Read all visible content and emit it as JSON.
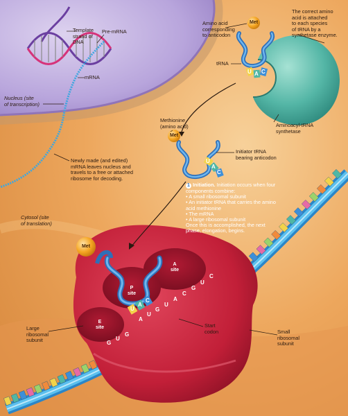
{
  "labels": {
    "template_strand": "Template\nstrand of\nDNA",
    "pre_mrna": "Pre-mRNA",
    "mrna": "mRNA",
    "nucleus": "Nucleus (site\nof transcription)",
    "newly_made": "Newly made (and edited)\nmRNA leaves nucleus and\ntravels to a free or attached\nribosome for decoding.",
    "cytosol": "Cytosol (site\nof translation)",
    "amino_acid": "Amino acid\ncorresponding\nto anticodon",
    "correct_amino": "The correct amino\nacid is attached\nto each species\nof tRNA by a\nsynthetase enzyme.",
    "trna": "tRNA",
    "aminoacyl": "Aminoacyl-tRNA\nsynthetase",
    "methionine": "Methionine\n(amino acid)",
    "initiator_trna": "Initiator tRNA\nbearing anticodon",
    "large_subunit": "Large\nribosomal\nsubunit",
    "start_codon": "Start\ncodon",
    "small_subunit": "Small\nribosomal\nsubunit"
  },
  "initiation": {
    "number": "1",
    "heading": "Initiation.",
    "intro": "Initiation occurs when four components combine:",
    "items": [
      "A small ribosomal subunit",
      "An initiator tRNA that carries the amino acid methionine",
      "The mRNA",
      "A large ribosomal subunit"
    ],
    "outro": "Once this is accomplished, the next phase, elongation, begins."
  },
  "met_tags": {
    "top": "Met",
    "middle": "Met",
    "ribosome": "Met"
  },
  "sites": {
    "a": "A\nsite",
    "p": "P\nsite",
    "e": "E\nsite"
  },
  "anticodons": {
    "top": [
      "U",
      "A",
      "C"
    ],
    "middle": [
      "U",
      "A",
      "C"
    ],
    "ribosome": [
      "U",
      "A",
      "C"
    ]
  },
  "codons": [
    "A",
    "U",
    "G",
    "U",
    "A",
    "C",
    "G",
    "U",
    "C"
  ],
  "codons_lower": [
    "G",
    "U",
    "G"
  ],
  "colors": {
    "nucleus": "#b9a7dd",
    "cytosol": "#e9a35a",
    "ribosome": "#c8223a",
    "mrna": "#3ea7df",
    "trna": "#3b8fd8",
    "met": "#f5a623",
    "synthetase": "#54b6a6"
  }
}
